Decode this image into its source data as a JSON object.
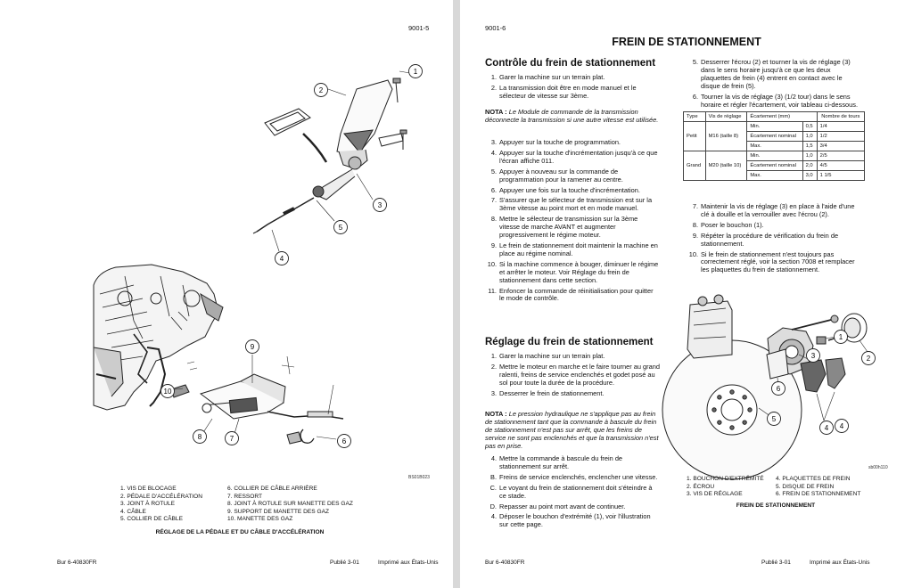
{
  "left_page": {
    "page_number": "9001-5",
    "figure_code": "BS01B023",
    "callouts": [
      "1",
      "2",
      "3",
      "4",
      "5",
      "6",
      "7",
      "8",
      "9",
      "10"
    ],
    "legend_col1": [
      "1. VIS DE BLOCAGE",
      "2. PÉDALE D'ACCÉLÉRATION",
      "3. JOINT À ROTULE",
      "4. CÂBLE",
      "5. COLLIER DE CÂBLE"
    ],
    "legend_col2": [
      "6. COLLIER DE CÂBLE ARRIÈRE",
      "7. RESSORT",
      "8. JOINT À ROTULE SUR MANETTE DES GAZ",
      "9. SUPPORT DE MANETTE DES GAZ",
      "10. MANETTE DES GAZ"
    ],
    "caption": "RÉGLAGE DE LA PÉDALE ET DU CÂBLE D'ACCÉLÉRATION",
    "footer_left": "Bur 6-40830FR",
    "footer_center": "Publié 3-01",
    "footer_right": "Imprimé aux États-Unis"
  },
  "right_page": {
    "page_number": "9001-6",
    "title": "FREIN DE STATIONNEMENT",
    "section1": {
      "heading": "Contrôle du frein de stationnement",
      "steps_a": [
        {
          "n": "1.",
          "t": "Garer la machine sur un terrain plat."
        },
        {
          "n": "2.",
          "t": "La transmission doit être en mode manuel et le sélecteur de vitesse sur 3ème."
        }
      ],
      "note_label": "NOTA :",
      "note_text": "Le Module de commande de la transmission déconnecte la transmission si une autre vitesse est utilisée.",
      "steps_b": [
        {
          "n": "3.",
          "t": "Appuyer sur la touche de programmation."
        },
        {
          "n": "4.",
          "t": "Appuyer sur la touche d'incrémentation jusqu'à ce que l'écran affiche 011."
        },
        {
          "n": "5.",
          "t": "Appuyer à nouveau sur la commande de programmation pour la ramener au centre."
        },
        {
          "n": "6.",
          "t": "Appuyer une fois sur la touche d'incrémentation."
        },
        {
          "n": "7.",
          "t": "S'assurer que le sélecteur de transmission est sur la 3ème vitesse au point mort et en mode manuel."
        },
        {
          "n": "8.",
          "t": "Mettre le sélecteur de transmission sur la 3ème vitesse de marche AVANT et augmenter progressivement le régime moteur."
        },
        {
          "n": "9.",
          "t": "Le frein de stationnement doit maintenir la machine en place au régime nominal."
        },
        {
          "n": "10.",
          "t": "Si la machine commence à bouger, diminuer le régime et arrêter le moteur. Voir Réglage du frein de stationnement dans cette section."
        },
        {
          "n": "11.",
          "t": "Enfoncer la commande de réinitialisation pour quitter le mode de contrôle."
        }
      ]
    },
    "section2": {
      "heading": "Réglage du frein de stationnement",
      "steps_a": [
        {
          "n": "1.",
          "t": "Garer la machine sur un terrain plat."
        },
        {
          "n": "2.",
          "t": "Mettre le moteur en marche et le faire tourner au grand ralenti, freins de service enclenchés et godet posé au sol pour toute la durée de la procédure."
        },
        {
          "n": "3.",
          "t": "Desserrer le frein de stationnement."
        }
      ],
      "note_label": "NOTA :",
      "note_text": "Le pression hydraulique ne s'applique pas au frein de stationnement tant que la commande à bascule du frein de stationnement n'est pas sur arrêt, que les freins de service ne sont pas enclenchés et que la transmission n'est pas en prise.",
      "steps_b": [
        {
          "n": "4.",
          "t": "Mettre la commande à bascule du frein de stationnement sur arrêt."
        },
        {
          "n": "B.",
          "t": "Freins de service enclenchés, enclencher une vitesse."
        },
        {
          "n": "C.",
          "t": "Le voyant du frein de stationnement doit s'éteindre à ce stade."
        },
        {
          "n": "D.",
          "t": "Repasser au point mort avant de continuer."
        },
        {
          "n": "4.",
          "t": "Déposer le bouchon d'extrémité (1), voir l'illustration sur cette page."
        }
      ],
      "steps_c": [
        {
          "n": "5.",
          "t": "Desserrer l'écrou (2) et tourner la vis de réglage (3) dans le sens horaire jusqu'à ce que les deux plaquettes de frein (4) entrent en contact avec le disque de frein (5)."
        },
        {
          "n": "6.",
          "t": "Tourner la vis de réglage (3) (1/2 tour) dans le sens horaire et régler l'écartement, voir tableau ci-dessous."
        }
      ],
      "steps_d": [
        {
          "n": "7.",
          "t": "Maintenir la vis de réglage (3) en place à l'aide d'une clé à douille et la verrouiller avec l'écrou (2)."
        },
        {
          "n": "8.",
          "t": "Poser le bouchon (1)."
        },
        {
          "n": "9.",
          "t": "Répéter la procédure de vérification du frein de stationnement."
        },
        {
          "n": "10.",
          "t": "Si le frein de stationnement n'est toujours pas correctement réglé, voir la section 7008 et remplacer les plaquettes du frein de stationnement."
        }
      ]
    },
    "table": {
      "headers": [
        "Type",
        "Vis de réglage",
        "Écartement (mm)",
        "",
        "Nombre de tours"
      ],
      "groups": [
        {
          "type": "Petit",
          "screw": "M16 (taille 8)",
          "rows": [
            [
              "Min.",
              "0,5",
              "1/4"
            ],
            [
              "Écartement nominal",
              "1,0",
              "1/2"
            ],
            [
              "Max.",
              "1,5",
              "3/4"
            ]
          ]
        },
        {
          "type": "Grand",
          "screw": "M20 (taille 10)",
          "rows": [
            [
              "Min.",
              "1,0",
              "2/5"
            ],
            [
              "Écartement nominal",
              "2,0",
              "4/5"
            ],
            [
              "Max.",
              "3,0",
              "1 1/5"
            ]
          ]
        }
      ]
    },
    "figure_code": "sb00h110",
    "callouts": [
      "1",
      "2",
      "3",
      "4",
      "5",
      "6",
      "4"
    ],
    "legend_col1": [
      "1. BOUCHON D'EXTRÉMITÉ",
      "2. ÉCROU",
      "3. VIS DE RÉGLAGE"
    ],
    "legend_col2": [
      "4. PLAQUETTES DE FREIN",
      "5. DISQUE DE FREIN",
      "6. FREIN DE STATIONNEMENT"
    ],
    "caption": "FREIN DE STATIONNEMENT",
    "footer_left": "Bur 6-40830FR",
    "footer_center": "Publié 3-01",
    "footer_right": "Imprimé aux États-Unis"
  }
}
